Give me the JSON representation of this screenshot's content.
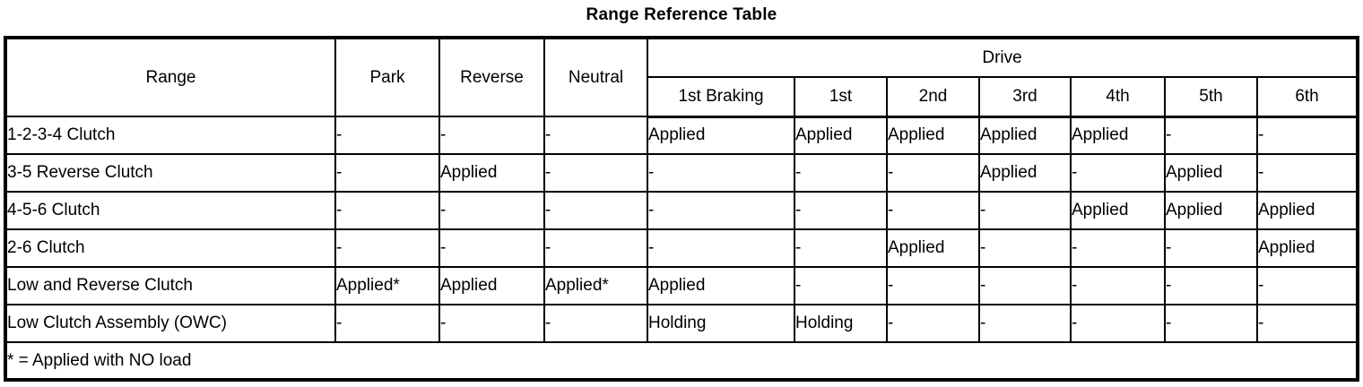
{
  "title": "Range Reference Table",
  "table": {
    "group_header": {
      "range_label": "Range",
      "park_label": "Park",
      "reverse_label": "Reverse",
      "neutral_label": "Neutral",
      "drive_label": "Drive"
    },
    "drive_subcolumns": [
      "1st Braking",
      "1st",
      "2nd",
      "3rd",
      "4th",
      "5th",
      "6th"
    ],
    "columns": [
      "Range",
      "Park",
      "Reverse",
      "Neutral",
      "1st Braking",
      "1st",
      "2nd",
      "3rd",
      "4th",
      "5th",
      "6th"
    ],
    "rows": [
      {
        "label": "1-2-3-4 Clutch",
        "cells": [
          "-",
          "-",
          "-",
          "Applied",
          "Applied",
          "Applied",
          "Applied",
          "Applied",
          "-",
          "-"
        ]
      },
      {
        "label": "3-5 Reverse Clutch",
        "cells": [
          "-",
          "Applied",
          "-",
          "-",
          "-",
          "-",
          "Applied",
          "-",
          "Applied",
          "-"
        ]
      },
      {
        "label": "4-5-6 Clutch",
        "cells": [
          "-",
          "-",
          "-",
          "-",
          "-",
          "-",
          "-",
          "Applied",
          "Applied",
          "Applied"
        ]
      },
      {
        "label": "2-6 Clutch",
        "cells": [
          "-",
          "-",
          "-",
          "-",
          "-",
          "Applied",
          "-",
          "-",
          "-",
          "Applied"
        ]
      },
      {
        "label": "Low and Reverse Clutch",
        "cells": [
          "Applied*",
          "Applied",
          "Applied*",
          "Applied",
          "-",
          "-",
          "-",
          "-",
          "-",
          "-"
        ]
      },
      {
        "label": "Low Clutch Assembly (OWC)",
        "cells": [
          "-",
          "-",
          "-",
          "Holding",
          "Holding",
          "-",
          "-",
          "-",
          "-",
          "-"
        ]
      }
    ],
    "footnote": "* = Applied with NO load"
  },
  "colors": {
    "border": "#000000",
    "text": "#000000",
    "background": "#ffffff"
  }
}
